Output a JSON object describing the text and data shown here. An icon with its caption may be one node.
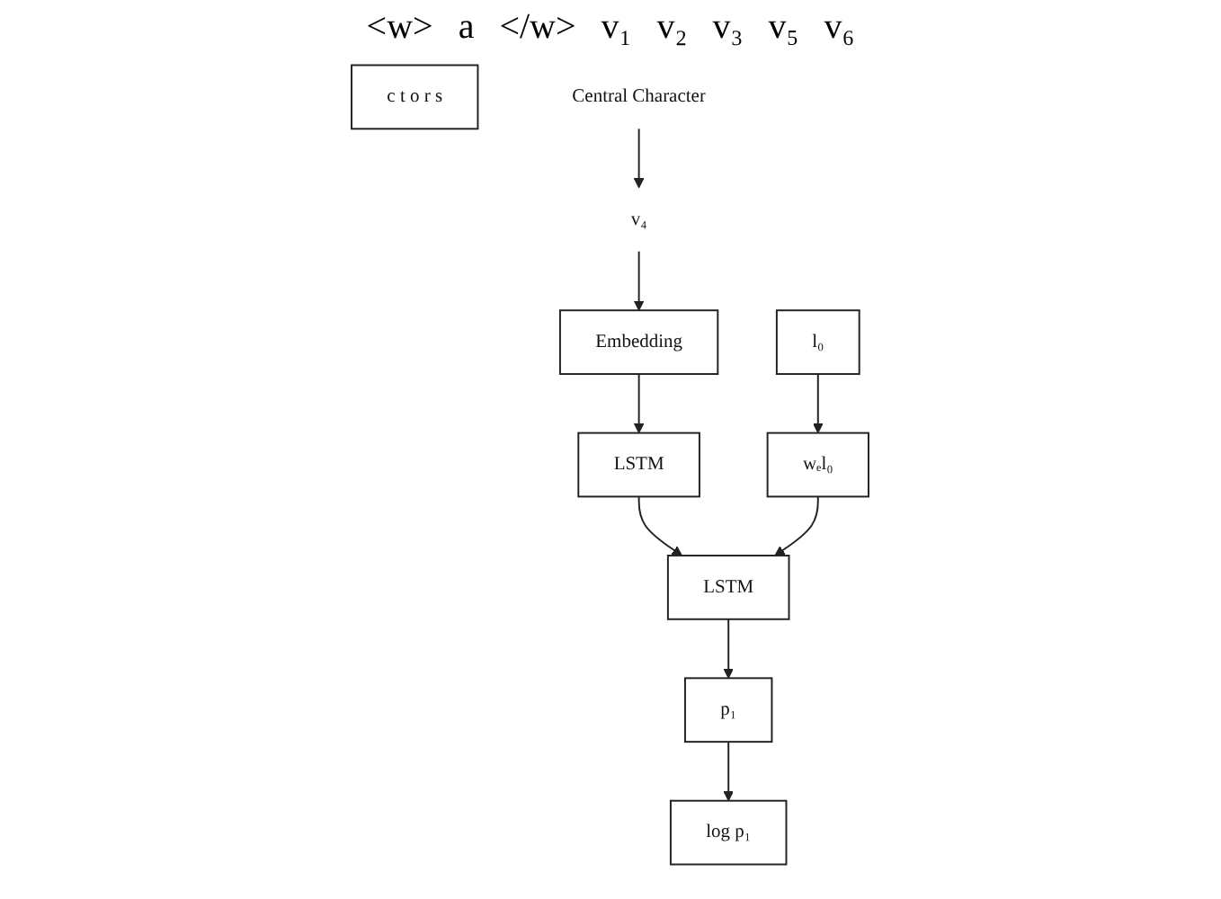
{
  "diagram": {
    "nodes": [
      {
        "text": [
          "c t o r s"
        ]
      },
      {
        "text": [
          "v₄"
        ]
      },
      {
        "text": [
          "Central Character"
        ]
      },
      {
        "text": [
          "Embedding"
        ]
      },
      {
        "text": [
          "log p₁"
        ]
      },
      {
        "text": [
          "LSTM"
        ]
      },
      {
        "text": [
          "p₁"
        ]
      },
      {
        "text": [
          "LSTM"
        ]
      },
      {
        "text": [
          "wₑl₀"
        ]
      },
      {
        "text": [
          "l₀"
        ]
      }
    ],
    "edges": [
      {
        "from": 2,
        "to": 1,
        "arrow": "to"
      },
      {
        "from": 1,
        "to": 3,
        "arrow": "to"
      },
      {
        "from": 3,
        "to": 5,
        "arrow": "to"
      },
      {
        "from": 5,
        "to": 7,
        "arrow": "to"
      },
      {
        "from": 9,
        "to": 8,
        "arrow": "to"
      },
      {
        "from": 8,
        "to": 7,
        "arrow": "to"
      },
      {
        "from": 7,
        "to": 6,
        "arrow": "to"
      },
      {
        "from": 6,
        "to": 4,
        "arrow": "to"
      }
    ],
    "labels": [
      "<w>",
      "a",
      "</w>",
      "v₁",
      "v₂",
      "v₃",
      "v₅",
      "v₆"
    ]
  }
}
